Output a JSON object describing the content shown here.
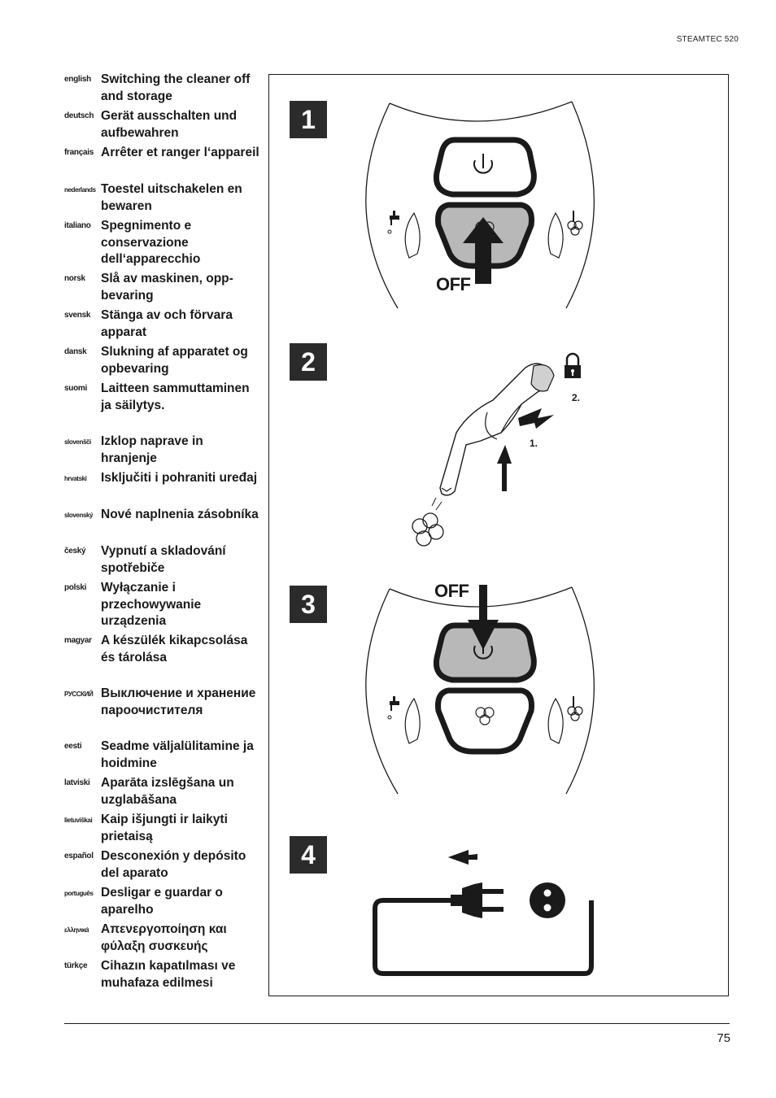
{
  "header": {
    "model": "STEAMTEC 520"
  },
  "languages": [
    {
      "lang": "english",
      "title": "Switching the cleaner off and storage"
    },
    {
      "lang": "deutsch",
      "title": "Gerät ausschalten und aufbewahren"
    },
    {
      "lang": "français",
      "title": "Arrêter et ranger l‘appareil"
    },
    {
      "lang": "nederlands",
      "title": "Toestel uitschakelen en bewaren"
    },
    {
      "lang": "italiano",
      "title": "Spegnimento e conservazione dell‘apparecchio"
    },
    {
      "lang": "norsk",
      "title": "Slå av maskinen, opp-bevaring"
    },
    {
      "lang": "svensk",
      "title": "Stänga av och förvara apparat"
    },
    {
      "lang": "dansk",
      "title": "Slukning af apparatet og opbevaring"
    },
    {
      "lang": "suomi",
      "title": "Laitteen sammuttaminen ja säilytys."
    },
    {
      "lang": "slovenšči",
      "title": "Izklop naprave in hranjenje"
    },
    {
      "lang": "hrvatski",
      "title": "Isključiti i pohraniti uređaj"
    },
    {
      "lang": "slovenský",
      "title": "Nové naplnenia zásobníka"
    },
    {
      "lang": "český",
      "title": "Vypnutí a skladování spotřebiče"
    },
    {
      "lang": "polski",
      "title": "Wyłączanie i przechowywanie urządzenia"
    },
    {
      "lang": "magyar",
      "title": "A készülék kikapcsolása és tárolása"
    },
    {
      "lang": "РУССКИЙ",
      "title": "Выключение и хранение пароочистителя"
    },
    {
      "lang": "eesti",
      "title": "Seadme väljalülitamine ja hoidmine"
    },
    {
      "lang": "latviski",
      "title": "Aparāta izslēgšana un uzglabāšana"
    },
    {
      "lang": "lietuviškai",
      "title": "Kaip išjungti ir laikyti prietaisą"
    },
    {
      "lang": "español",
      "title": "Desconexión y depósito del aparato"
    },
    {
      "lang": "português",
      "title": "Desligar e guardar o aparelho"
    },
    {
      "lang": "ελληνικά",
      "title": "Απενεργοποίηση και φύλαξη συσκευής"
    },
    {
      "lang": "türkçe",
      "title": "Cihazın kapatılması ve muhafaza edilmesi"
    }
  ],
  "figure": {
    "steps": [
      "1",
      "2",
      "3",
      "4"
    ],
    "off_label": "OFF",
    "step2_labels": {
      "first": "1.",
      "second": "2."
    }
  },
  "footer": {
    "page_number": "75"
  }
}
